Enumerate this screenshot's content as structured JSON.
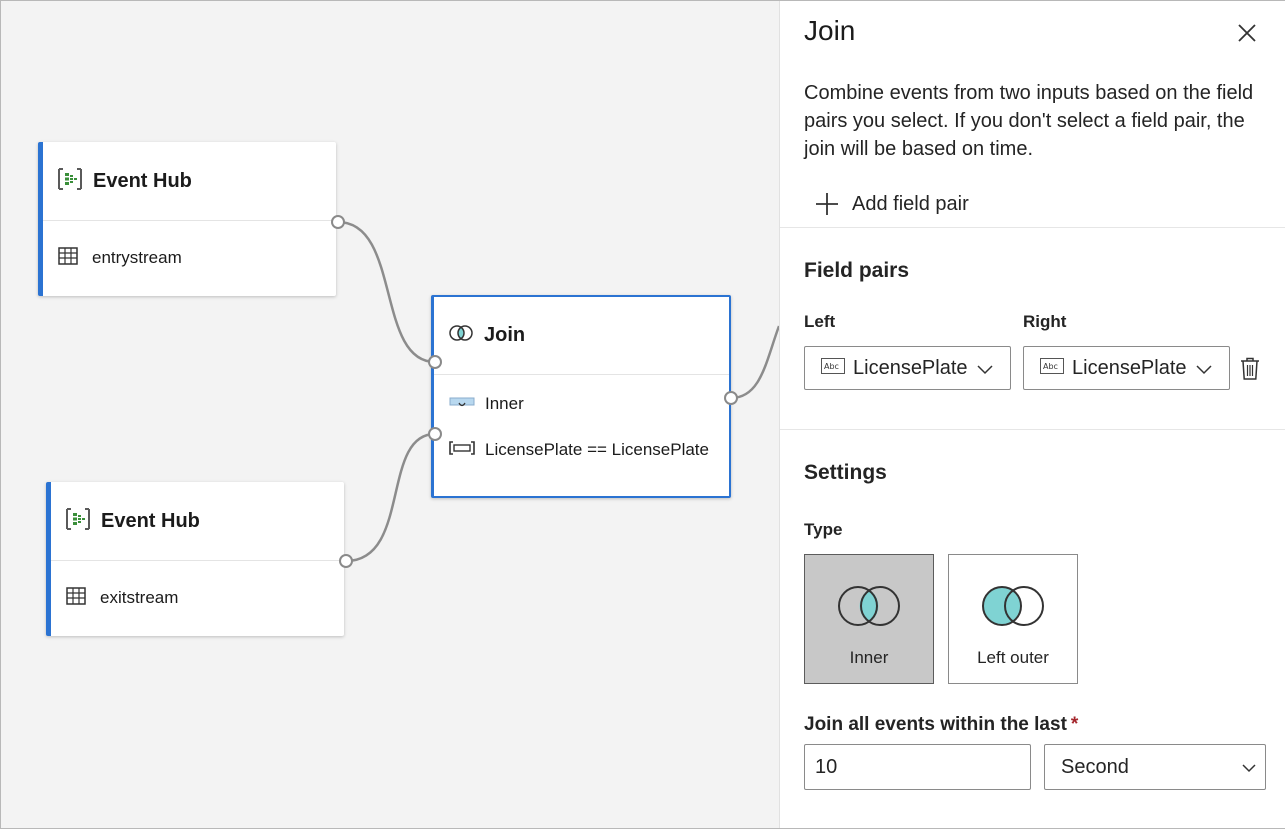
{
  "canvas": {
    "source_nodes": [
      {
        "title": "Event Hub",
        "stream": "entrystream"
      },
      {
        "title": "Event Hub",
        "stream": "exitstream"
      }
    ],
    "join_node": {
      "title": "Join",
      "type": "Inner",
      "condition": "LicensePlate == LicensePlate"
    }
  },
  "panel": {
    "title": "Join",
    "description": "Combine events from two inputs based on the field pairs you select. If you don't select a field pair, the join will be based on time.",
    "add_field_pair_label": "Add field pair",
    "field_pairs": {
      "title": "Field pairs",
      "left_label": "Left",
      "right_label": "Right",
      "left_value": "LicensePlate",
      "right_value": "LicensePlate"
    },
    "settings": {
      "title": "Settings",
      "type_label": "Type",
      "types": [
        {
          "label": "Inner",
          "selected": true
        },
        {
          "label": "Left outer",
          "selected": false
        }
      ],
      "window_label": "Join all events within the last",
      "required_marker": "*",
      "window_value": "10",
      "window_unit": "Second"
    }
  },
  "colors": {
    "accent": "#2b73d2",
    "join_fill": "#7fd3d3",
    "selected_card": "#c8c8c8",
    "required": "#a4262c"
  }
}
